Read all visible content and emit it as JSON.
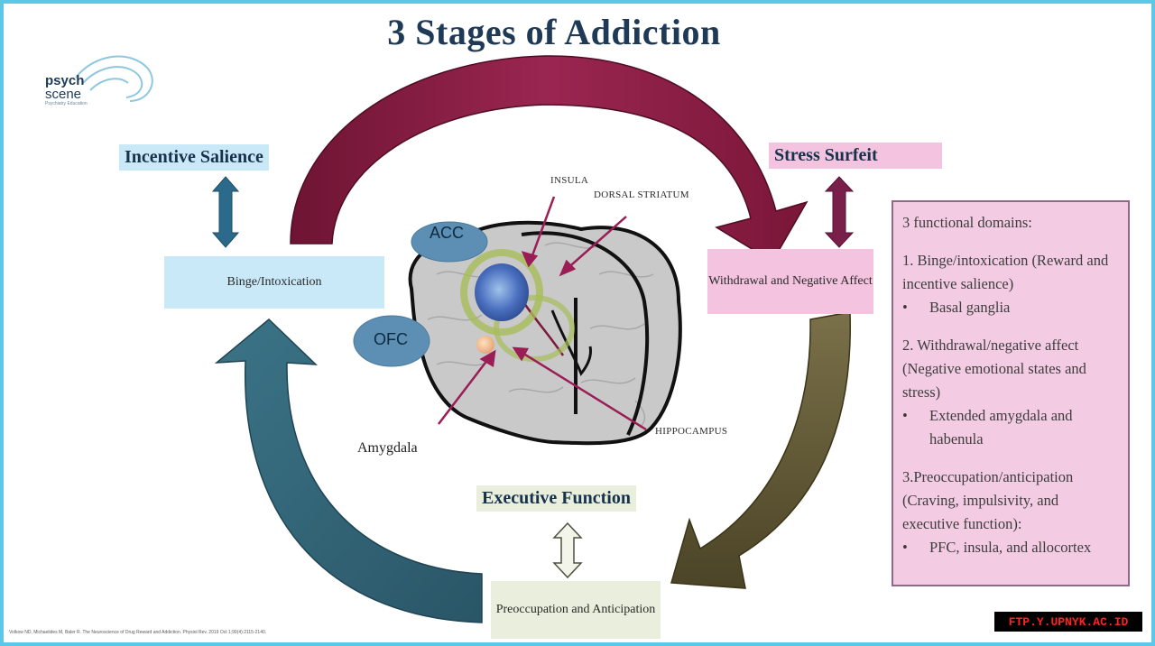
{
  "title": "3 Stages of Addiction",
  "logo": {
    "line1": "psych",
    "line2": "scene",
    "tagline": "Psychiatry Education"
  },
  "headings": {
    "incentive_salience": "Incentive Salience",
    "stress_surfeit": "Stress Surfeit",
    "executive_function": "Executive Function"
  },
  "stages": {
    "binge": "Binge/Intoxication",
    "withdrawal": "Withdrawal and Negative Affect",
    "preoccupation": "Preoccupation and Anticipation"
  },
  "brain_labels": {
    "insula": "INSULA",
    "dorsal_striatum": "DORSAL STRIATUM",
    "acc": "ACC",
    "ofc": "OFC",
    "amygdala": "Amygdala",
    "hippocampus": "HIPPOCAMPUS"
  },
  "domains_panel": {
    "header": "3 functional domains:",
    "items": [
      {
        "title": "1. Binge/intoxication (Reward and incentive salience)",
        "bullet": "Basal ganglia"
      },
      {
        "title": "2. Withdrawal/negative affect (Negative emotional states and stress)",
        "bullet": "Extended amygdala and habenula"
      },
      {
        "title": "3.Preoccupation/anticipation (Craving, impulsivity, and executive function):",
        "bullet": "PFC, insula, and allocortex"
      }
    ]
  },
  "citation": "Volkow ND, Michaelides M, Baler R. The Neuroscience of Drug Reward and Addiction. Physiol Rev. 2019 Oct 1;99(4):2115-2140.",
  "watermark": "FTP.Y.UPNYK.AC.ID",
  "colors": {
    "frame": "#5bc8ea",
    "arrow_top": "#8a1b45",
    "arrow_right": "#5e5631",
    "arrow_left": "#2d6275",
    "salience_box": "#c9e8f8",
    "stress_box": "#f3c3df",
    "executive_box": "#e9eedd"
  }
}
